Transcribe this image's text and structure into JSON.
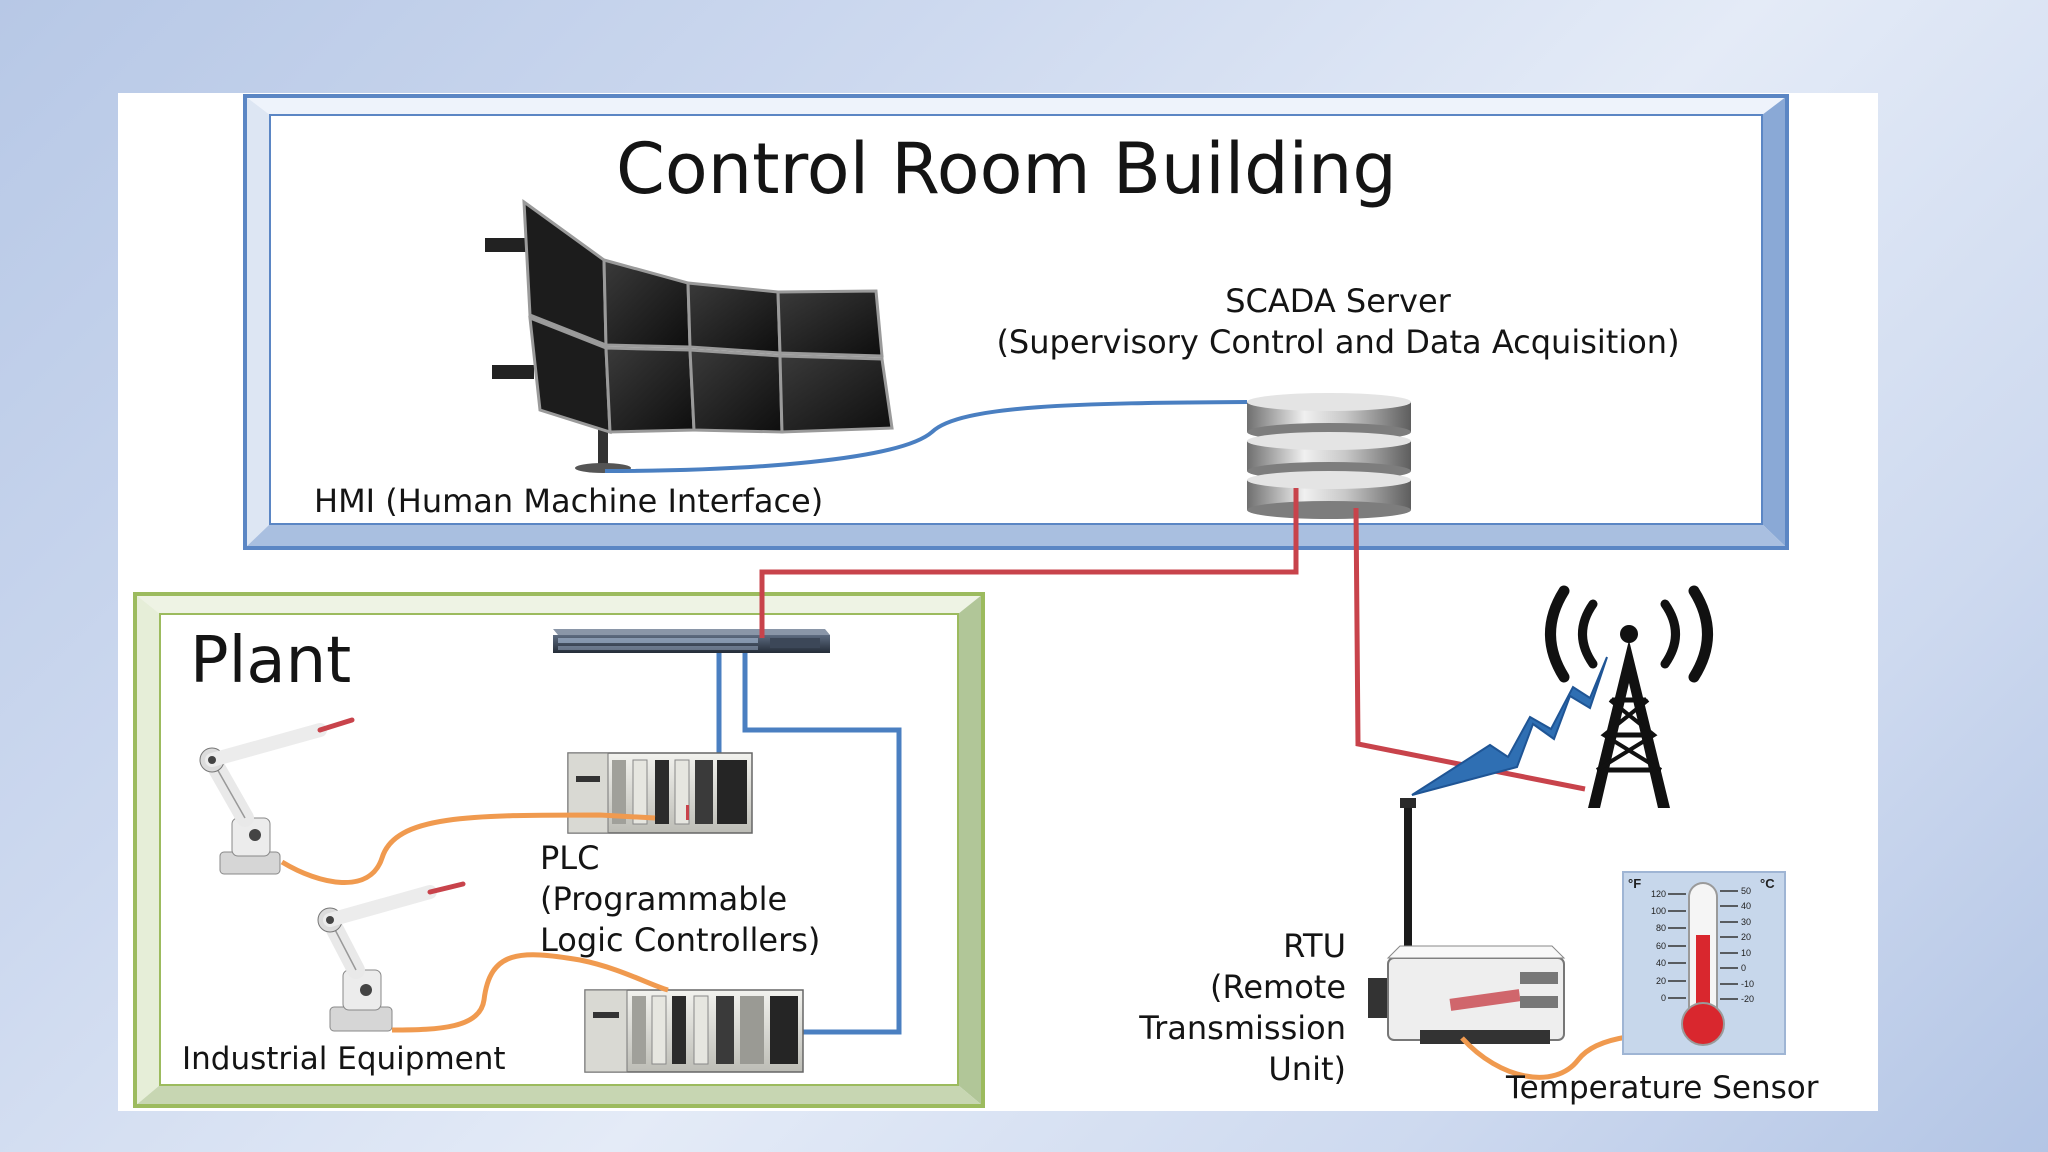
{
  "control_room": {
    "title": "Control Room Building"
  },
  "scada": {
    "line1": "SCADA Server",
    "line2": "(Supervisory Control and Data Acquisition)"
  },
  "hmi": {
    "label": "HMI (Human Machine Interface)"
  },
  "plant": {
    "title": "Plant"
  },
  "plc": {
    "line1": "PLC",
    "line2": "(Programmable",
    "line3": "Logic Controllers)"
  },
  "equipment": {
    "label": "Industrial Equipment"
  },
  "rtu": {
    "line1": "RTU",
    "line2": "(Remote",
    "line3": "Transmission",
    "line4": "Unit)"
  },
  "sensor": {
    "label": "Temperature Sensor",
    "unit_f": "°F",
    "unit_c": "°C",
    "scale_f": [
      "120",
      "100",
      "80",
      "60",
      "40",
      "20",
      "0"
    ],
    "scale_c": [
      "50",
      "40",
      "30",
      "20",
      "10",
      "0",
      "-10",
      "-20"
    ]
  },
  "colors": {
    "control_link": "#c8434b",
    "network_link": "#4a7fc1",
    "field_link": "#f09a4f",
    "building_border": "#5b86c4",
    "plant_border": "#9cbb5e",
    "lightning": "#2f6fb3"
  }
}
